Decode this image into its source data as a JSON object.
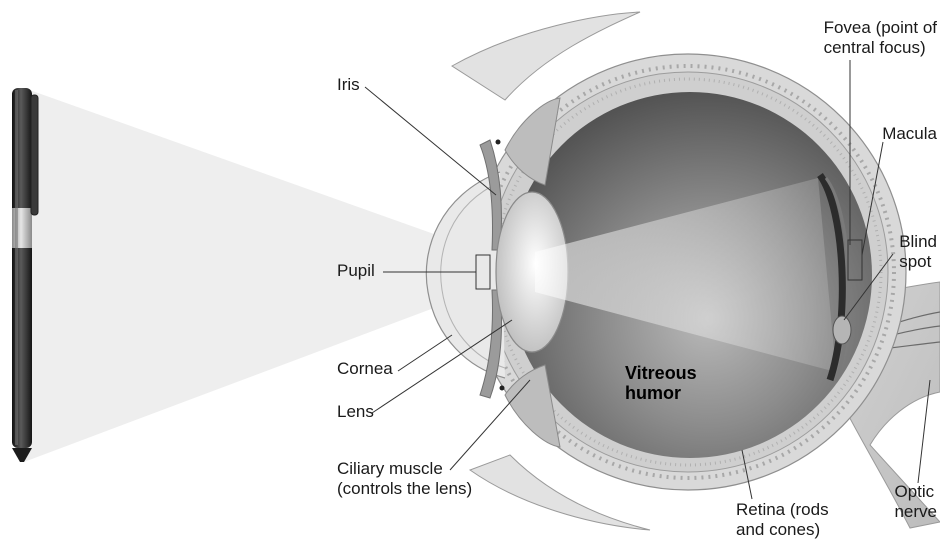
{
  "labels": {
    "iris": "Iris",
    "pupil": "Pupil",
    "cornea": "Cornea",
    "lens": "Lens",
    "ciliary_muscle": "Ciliary muscle\n(controls the lens)",
    "vitreous_humor": "Vitreous\nhumor",
    "fovea": "Fovea (point of\ncentral focus)",
    "macula": "Macula",
    "blind_spot": "Blind\nspot",
    "optic_nerve": "Optic\nnerve",
    "retina": "Retina (rods\nand cones)"
  },
  "colors": {
    "sclera": "#d9d9d9",
    "eye_interior": "#6e6e6e",
    "light_cone": "#eeeeee",
    "pen_body": "#2b2b2b",
    "leader_line": "#333333"
  }
}
